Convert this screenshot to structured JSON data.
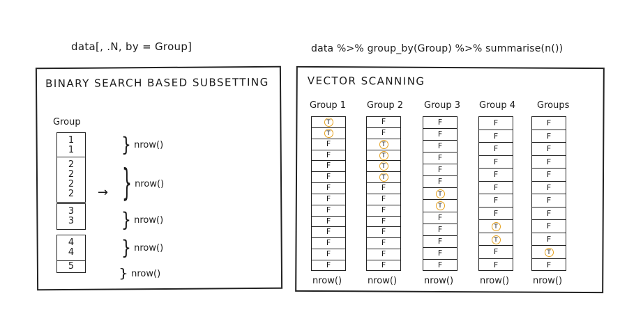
{
  "code_left": "data[, .N, by = Group]",
  "code_right": "data %>% group_by(Group) %>% summarise(n())",
  "left_panel": {
    "title": "BINARY SEARCH BASED SUBSETTING",
    "group_header": "Group",
    "groups": [
      {
        "values": [
          "1",
          "1"
        ],
        "label": "nrow()"
      },
      {
        "values": [
          "2",
          "2",
          "2",
          "2"
        ],
        "label": "nrow()"
      },
      {
        "values": [
          "3",
          "3"
        ],
        "label": "nrow()"
      },
      {
        "values": [
          "4",
          "4"
        ],
        "label": "nrow()"
      },
      {
        "values": [
          "5"
        ],
        "label": "nrow()"
      }
    ],
    "arrow": "→"
  },
  "right_panel": {
    "title": "VECTOR SCANNING",
    "columns": [
      {
        "header": "Group 1",
        "cells": [
          "T",
          "T",
          "F",
          "F",
          "F",
          "F",
          "F",
          "F",
          "F",
          "F",
          "F",
          "F",
          "F",
          "F"
        ],
        "footer": "nrow()"
      },
      {
        "header": "Group 2",
        "cells": [
          "F",
          "F",
          "T",
          "T",
          "T",
          "T",
          "F",
          "F",
          "F",
          "F",
          "F",
          "F",
          "F",
          "F"
        ],
        "footer": "nrow()"
      },
      {
        "header": "Group 3",
        "cells": [
          "F",
          "F",
          "F",
          "F",
          "F",
          "F",
          "T",
          "T",
          "F",
          "F",
          "F",
          "F",
          "F"
        ],
        "footer": "nrow()"
      },
      {
        "header": "Group 4",
        "cells": [
          "F",
          "F",
          "F",
          "F",
          "F",
          "F",
          "F",
          "F",
          "T",
          "T",
          "F",
          "F"
        ],
        "footer": "nrow()"
      },
      {
        "header": "Groups",
        "cells": [
          "F",
          "F",
          "F",
          "F",
          "F",
          "F",
          "F",
          "F",
          "F",
          "F",
          "T",
          "F"
        ],
        "footer": "nrow()"
      }
    ]
  },
  "colors": {
    "highlight": "#e6a21f",
    "ink": "#1a1a1a"
  }
}
